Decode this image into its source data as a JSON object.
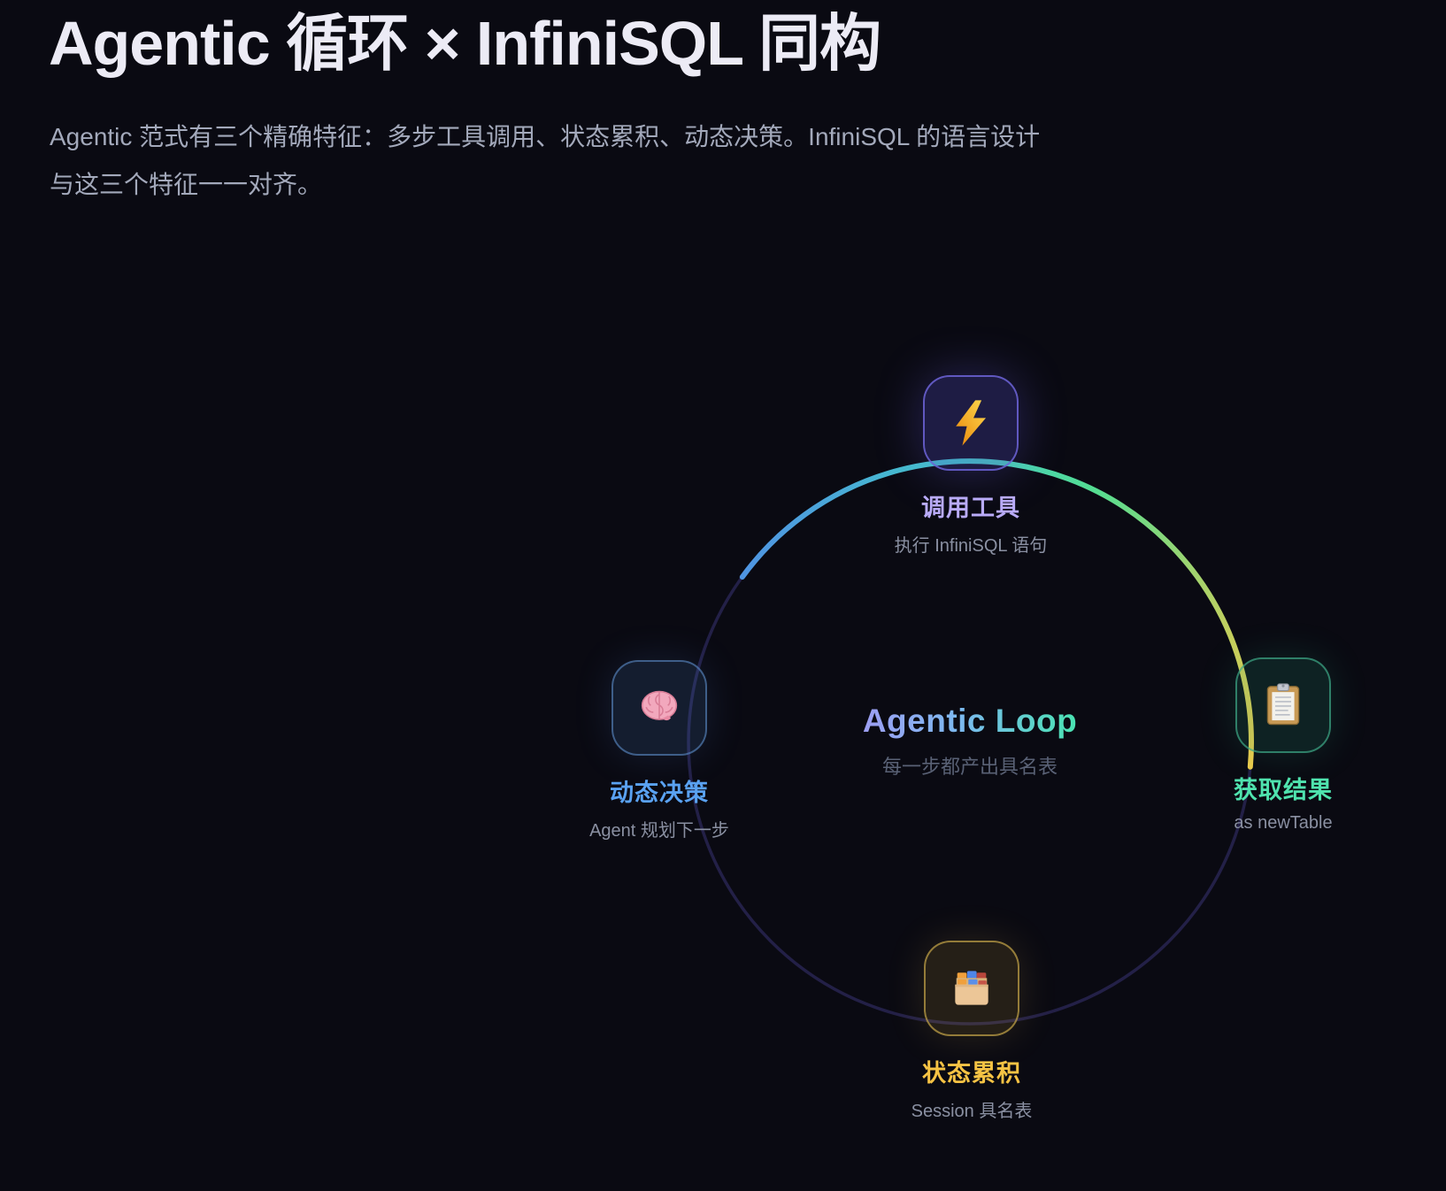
{
  "page": {
    "title": "Agentic 循环 × InfiniSQL 同构",
    "subtitle_lines": [
      "Agentic 范式有三个精确特征：多步工具调用、状态累积、动态决策。InfiniSQL 的语言设计",
      "与这三个特征一一对齐。"
    ]
  },
  "diagram": {
    "center": {
      "title": "Agentic Loop",
      "subtitle": "每一步都产出具名表"
    },
    "nodes": [
      {
        "id": "call-tool",
        "label": "调用工具",
        "sublabel": "执行 InfiniSQL 语句",
        "icon": "lightning-icon",
        "accent": "#b9abf8"
      },
      {
        "id": "get-result",
        "label": "获取结果",
        "sublabel": "as newTable",
        "icon": "clipboard-icon",
        "accent": "#4fe3ae"
      },
      {
        "id": "state-accumulation",
        "label": "状态累积",
        "sublabel": "Session 具名表",
        "icon": "card-index-icon",
        "accent": "#f6c344"
      },
      {
        "id": "dynamic-decision",
        "label": "动态决策",
        "sublabel": "Agent 规划下一步",
        "icon": "brain-icon",
        "accent": "#5aa2f2"
      }
    ],
    "ring_color": "#232047",
    "arc_gradient": [
      "#4f95e2",
      "#41cdc6",
      "#54dd92",
      "#ecca4b"
    ]
  }
}
